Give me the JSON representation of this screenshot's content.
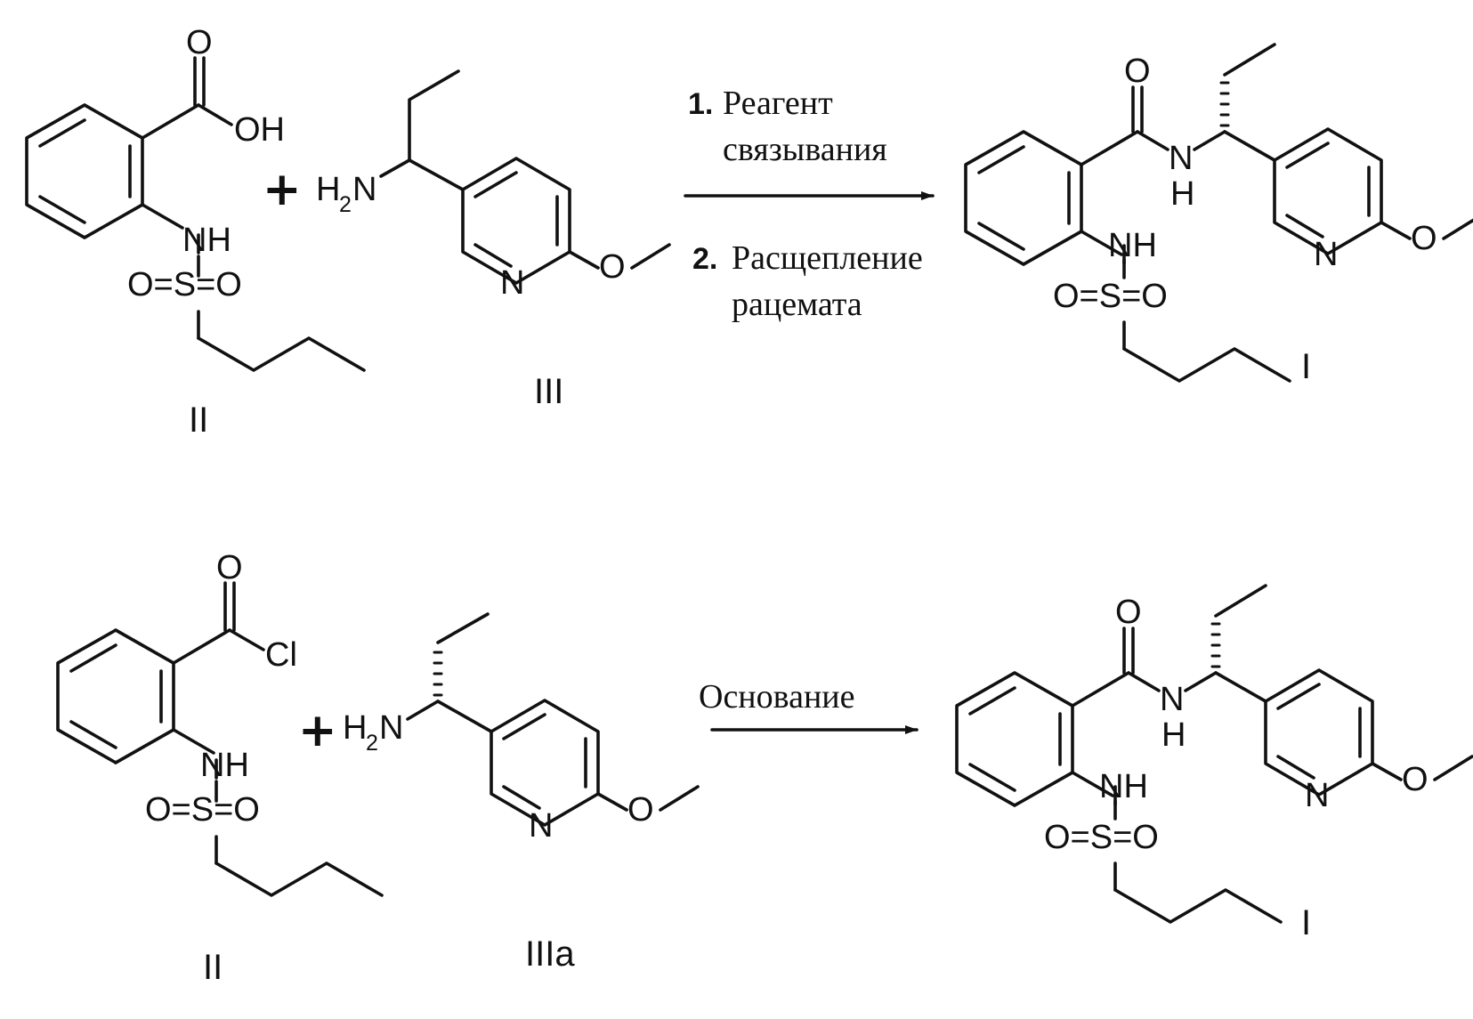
{
  "atoms": {
    "oxygen": "O",
    "hydroxyl": "OH",
    "chlorine": "Cl",
    "nitrogen": "N",
    "nh": "NH",
    "amine_h": "H",
    "amine_sub": "2",
    "amine_n": "N",
    "amide_h": "H",
    "sulfonyl": "O=S=O",
    "plus": "+"
  },
  "reaction_1": {
    "reactant_a": "II",
    "reactant_b": "III",
    "product": "I",
    "step1_number": "1.",
    "step1_line1": "Реагент",
    "step1_line2": "связывания",
    "step2_number": "2.",
    "step2_line1": "Расщепление",
    "step2_line2": "рацемата"
  },
  "reaction_2": {
    "reactant_a": "II",
    "reactant_b": "IIIa",
    "product": "I",
    "condition": "Основание"
  }
}
